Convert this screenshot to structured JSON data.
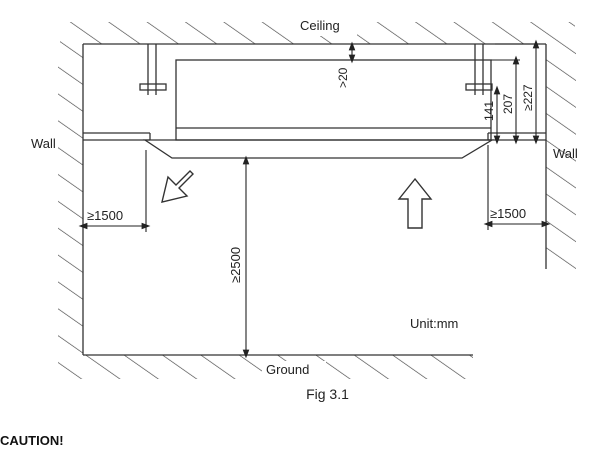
{
  "figure": {
    "labels": {
      "ceiling": "Ceiling",
      "wall_left": "Wall",
      "wall_right": "Wall",
      "ground": "Ground",
      "unit": "Unit:mm"
    },
    "dimensions": {
      "gap_top": ">20",
      "d141": "141",
      "d207": "207",
      "d227": "≥227",
      "left_clearance": "≥1500",
      "right_clearance": "≥1500",
      "height": "≥2500"
    },
    "caption": "Fig 3.1"
  },
  "caution": "CAUTION!"
}
